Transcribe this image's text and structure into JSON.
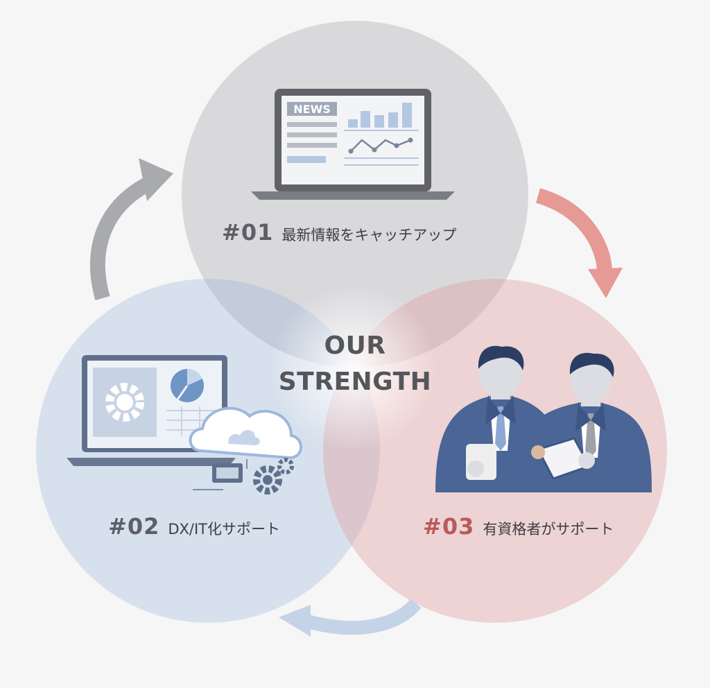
{
  "center": {
    "line1": "OUR",
    "line2": "STRENGTH"
  },
  "items": [
    {
      "num": "#01",
      "label": "最新情報をキャッチアップ",
      "icon": "laptop-news-icon",
      "color": "#5d5f66"
    },
    {
      "num": "#02",
      "label": "DX/IT化サポート",
      "icon": "laptop-cloud-gear-icon",
      "color": "#5d5f66"
    },
    {
      "num": "#03",
      "label": "有資格者がサポート",
      "icon": "businessmen-icon",
      "color": "#b85a5a"
    }
  ],
  "screen_text": "NEWS",
  "colors": {
    "gray": "#a6a7ad",
    "blue": "#8fb0d8",
    "red": "#e29b9b"
  }
}
